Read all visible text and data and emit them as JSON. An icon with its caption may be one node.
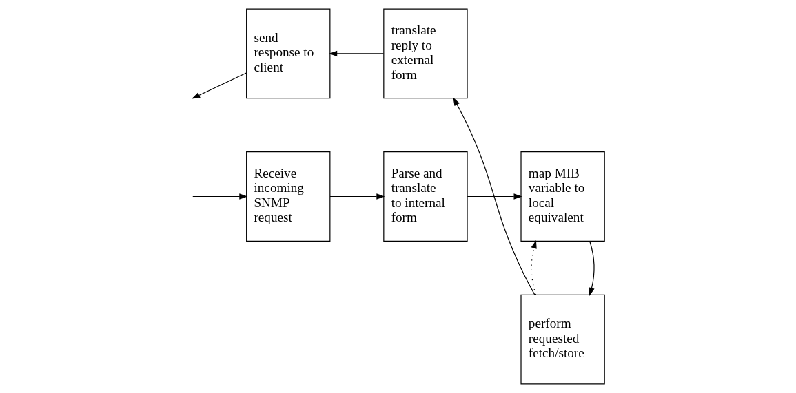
{
  "diagram": {
    "nodes": [
      {
        "text": [
          "Receive incoming SNMP request"
        ]
      },
      {
        "text": [
          "Parse and translate to internal form"
        ]
      },
      {
        "text": [
          "map MIB variable to local equivalent"
        ]
      },
      {
        "text": [
          "perform requested fetch/store"
        ]
      },
      {
        "text": [
          "translate reply to external form"
        ]
      },
      {
        "text": [
          "send response to client"
        ]
      }
    ],
    "edges": [
      {
        "from": null,
        "to": 0,
        "arrow": "to"
      },
      {
        "from": 0,
        "to": 1,
        "arrow": "to"
      },
      {
        "from": 1,
        "to": 2,
        "arrow": "to"
      },
      {
        "from": 2,
        "to": 3,
        "arrow": "to"
      },
      {
        "from": 3,
        "to": 2,
        "arrow": "to",
        "style": "dashed"
      },
      {
        "from": 3,
        "to": 4,
        "arrow": "to"
      },
      {
        "from": 4,
        "to": 5,
        "arrow": "to"
      },
      {
        "from": 5,
        "to": null,
        "arrow": "to"
      }
    ]
  }
}
